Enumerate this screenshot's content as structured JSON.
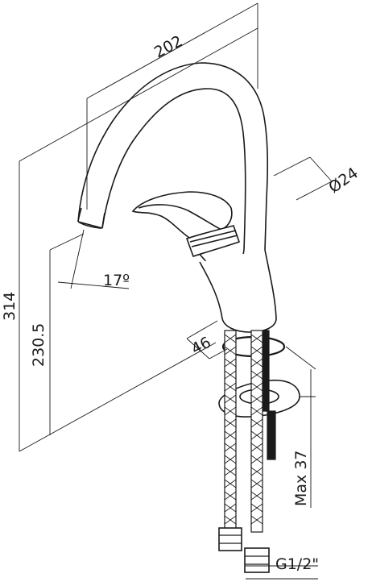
{
  "dimensions": {
    "spout_reach": "202",
    "pipe_diameter": "Ø24",
    "spout_angle": "17º",
    "body_width": "46",
    "total_height": "314",
    "spout_height": "230.5",
    "max_mount_thickness": "Max 37",
    "connection_thread": "G1/2\""
  }
}
